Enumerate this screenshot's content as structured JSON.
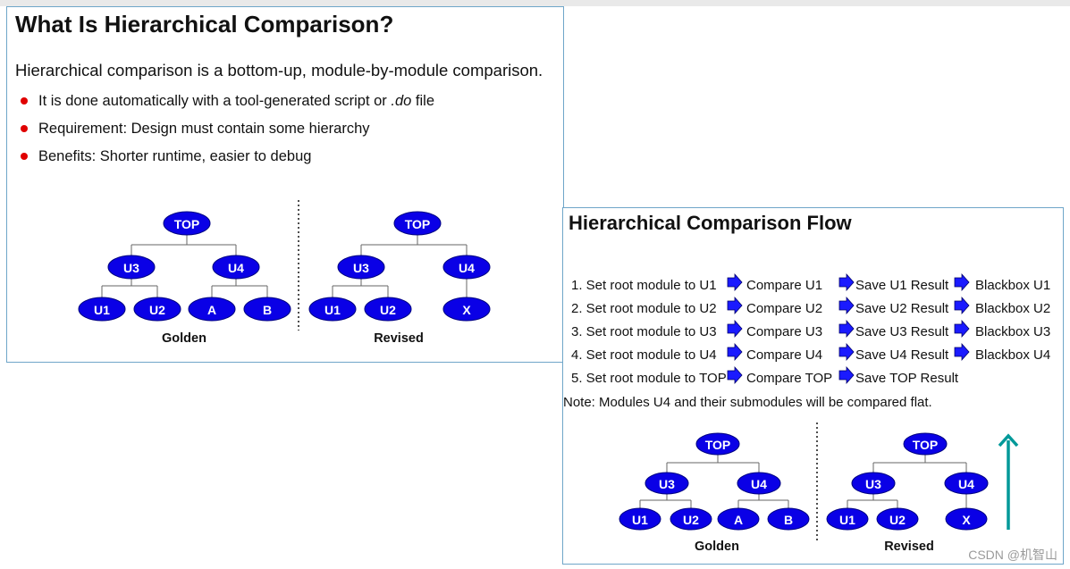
{
  "slide1": {
    "title": "What Is Hierarchical Comparison?",
    "intro": "Hierarchical comparison is a bottom-up, module-by-module comparison.",
    "bullets": [
      {
        "before": "It is done automatically with a tool-generated script or ",
        "italic": ".do",
        "after": " file"
      },
      {
        "text": "Requirement: Design must contain some hierarchy"
      },
      {
        "text": "Benefits: Shorter runtime, easier to debug"
      }
    ],
    "golden": {
      "label": "Golden",
      "root": "TOP",
      "mid": [
        "U3",
        "U4"
      ],
      "leaves_u3": [
        "U1",
        "U2"
      ],
      "leaves_u4": [
        "A",
        "B"
      ]
    },
    "revised": {
      "label": "Revised",
      "root": "TOP",
      "mid": [
        "U3",
        "U4"
      ],
      "leaves_u3": [
        "U1",
        "U2"
      ],
      "leaves_u4": [
        "X"
      ]
    }
  },
  "slide2": {
    "title": "Hierarchical Comparison Flow",
    "steps": [
      {
        "set": "1. Set root module to U1",
        "compare": "Compare U1",
        "save": "Save U1 Result",
        "blackbox": "Blackbox U1"
      },
      {
        "set": "2. Set root module to U2",
        "compare": "Compare U2",
        "save": "Save U2 Result",
        "blackbox": "Blackbox U2"
      },
      {
        "set": "3. Set root module to U3",
        "compare": "Compare U3",
        "save": "Save U3 Result",
        "blackbox": "Blackbox U3"
      },
      {
        "set": "4. Set root module to U4",
        "compare": "Compare U4",
        "save": "Save U4 Result",
        "blackbox": "Blackbox U4"
      },
      {
        "set": "5. Set root module to TOP",
        "compare": "Compare TOP",
        "save": "Save TOP Result",
        "blackbox": ""
      }
    ],
    "note": "Note: Modules U4 and their submodules will be compared flat.",
    "golden": {
      "label": "Golden",
      "root": "TOP",
      "mid": [
        "U3",
        "U4"
      ],
      "leaves_u3": [
        "U1",
        "U2"
      ],
      "leaves_u4": [
        "A",
        "B"
      ]
    },
    "revised": {
      "label": "Revised",
      "root": "TOP",
      "mid": [
        "U3",
        "U4"
      ],
      "leaves_u3": [
        "U1",
        "U2"
      ],
      "leaves_u4": [
        "X"
      ]
    }
  },
  "colors": {
    "node_fill": "#0a00e6",
    "bullet": "#e00000",
    "flow_arrow": "#1a1aff",
    "up_arrow": "#009999",
    "panel_border": "#6fa6c9"
  },
  "watermark": "CSDN @机智山"
}
